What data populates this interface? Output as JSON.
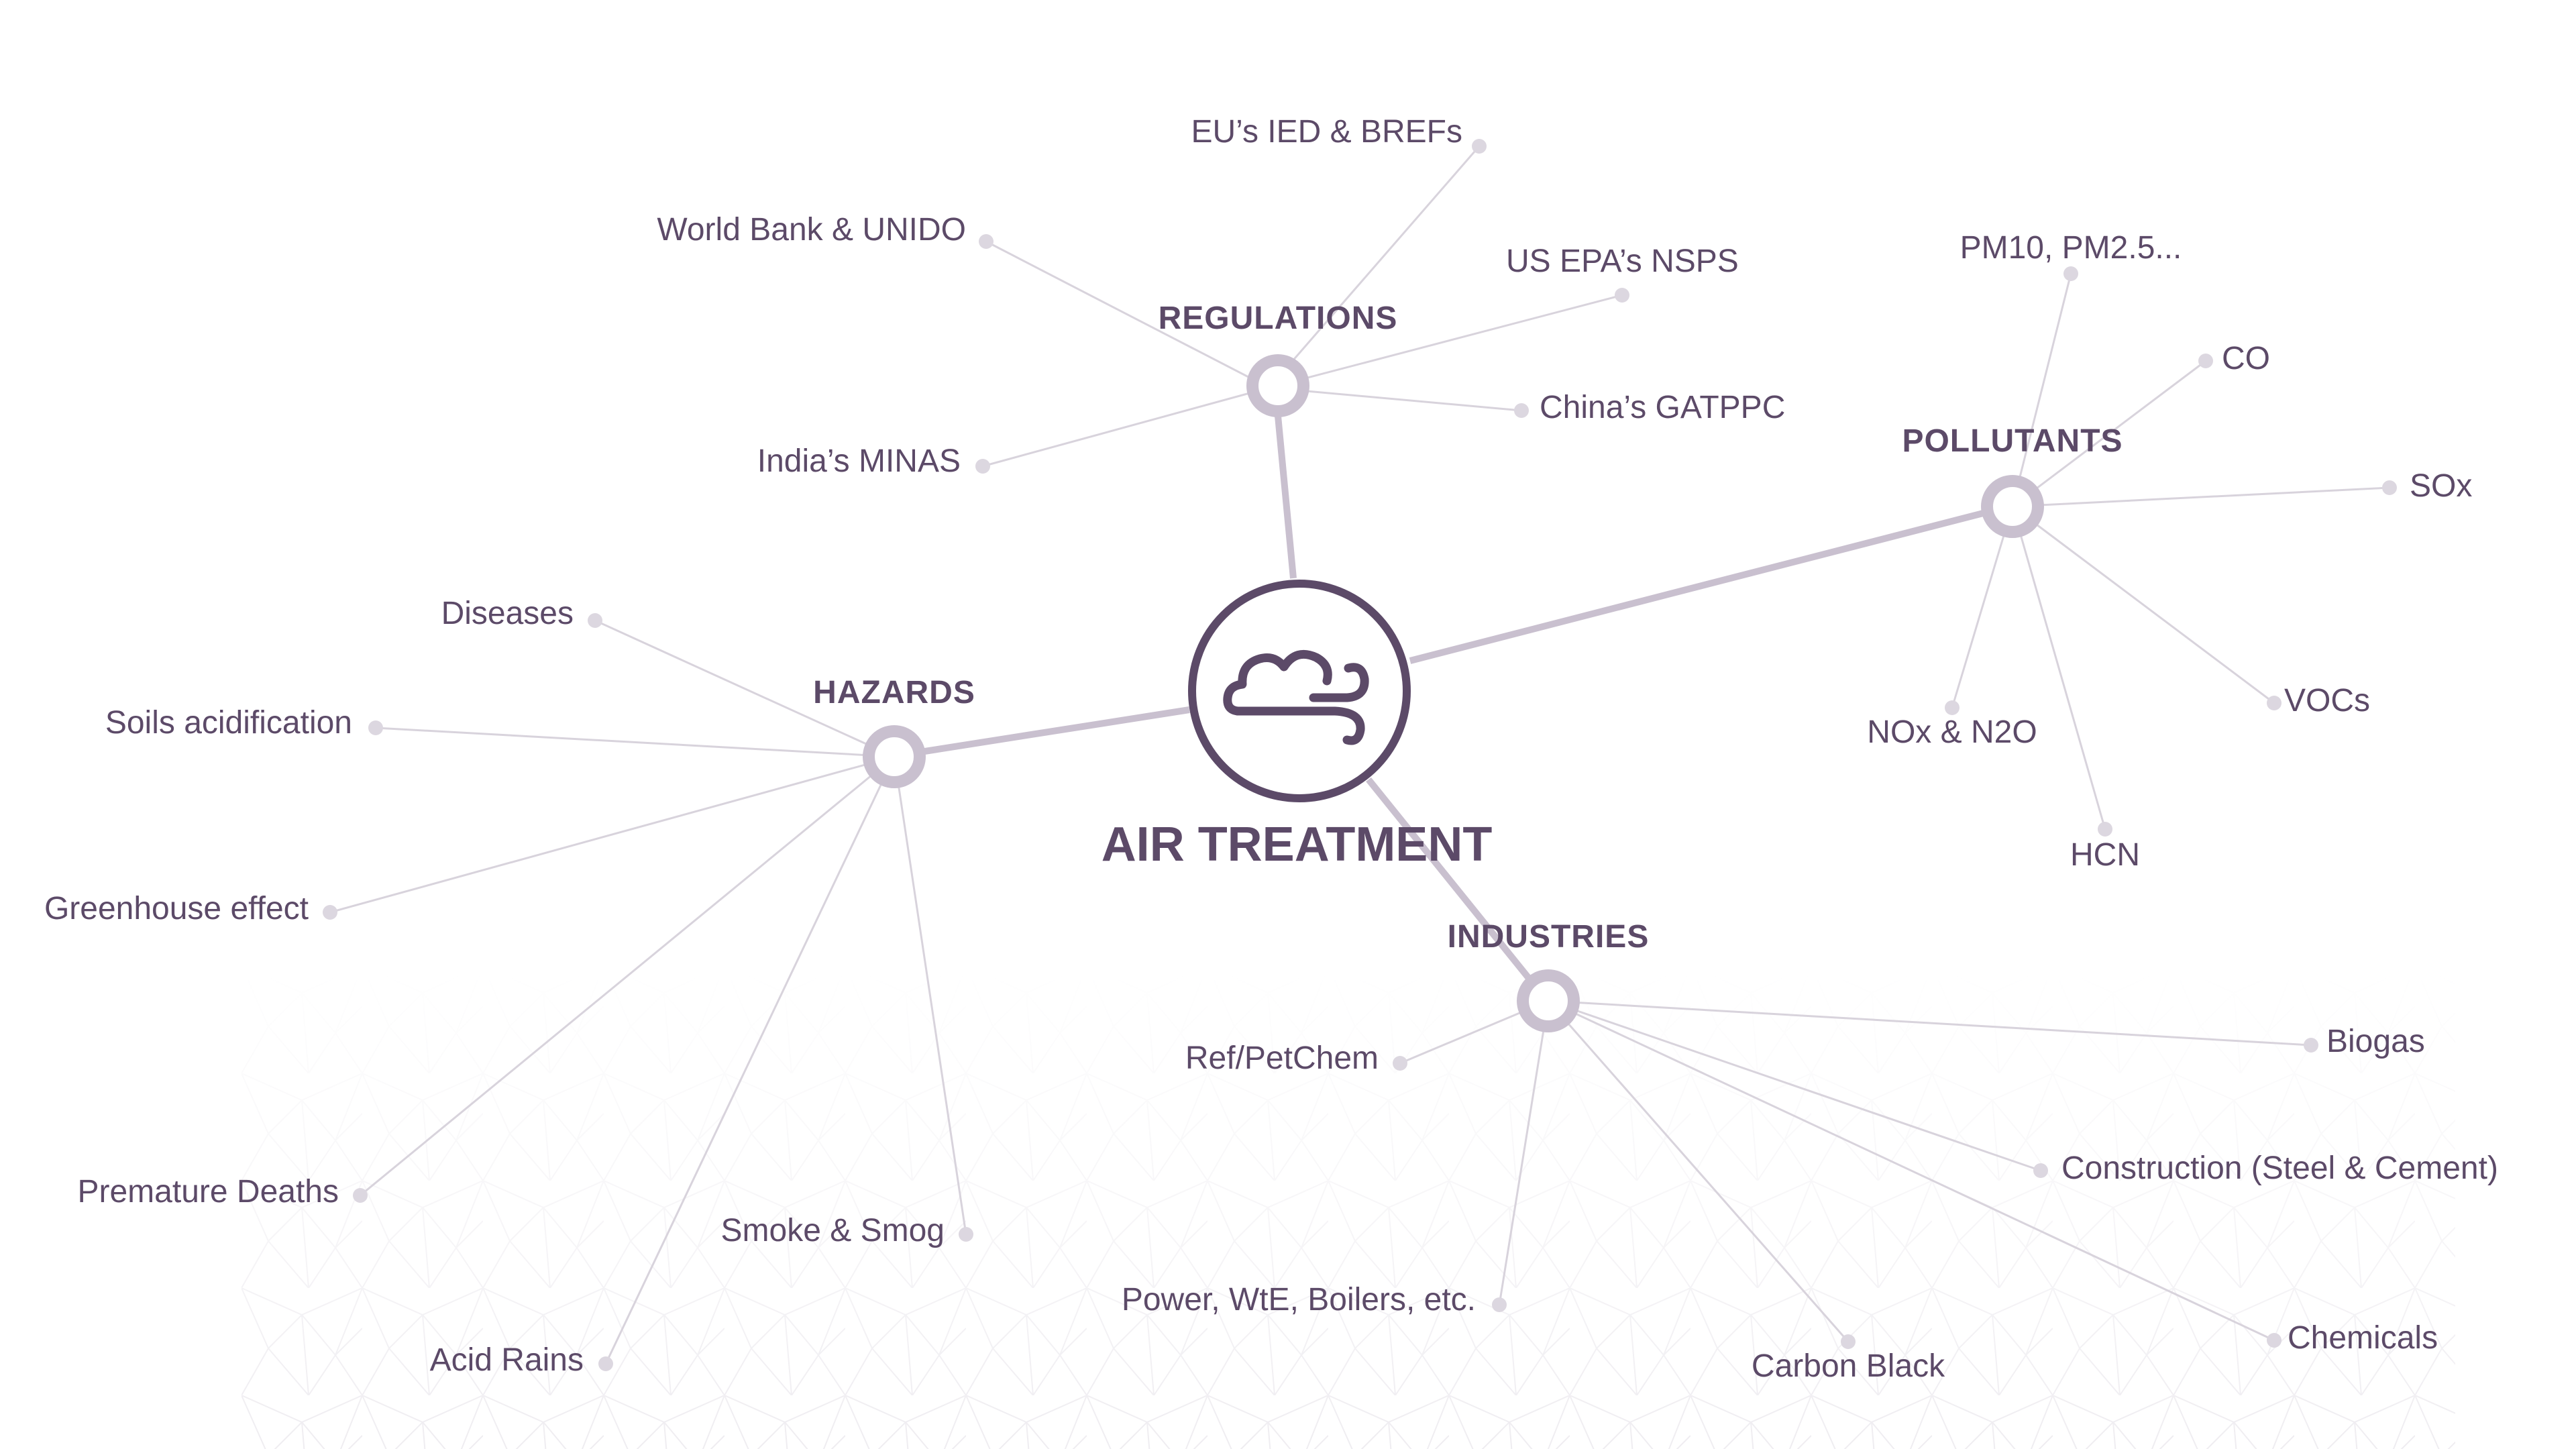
{
  "center": {
    "label": "AIR TREATMENT",
    "icon": "cloud-wind-icon"
  },
  "branches": [
    {
      "key": "regulations",
      "label": "REGULATIONS",
      "leaves": [
        "EU’s IED & BREFs",
        "World Bank & UNIDO",
        "US EPA’s NSPS",
        "China’s GATPPC",
        "India’s MINAS"
      ]
    },
    {
      "key": "pollutants",
      "label": "POLLUTANTS",
      "leaves": [
        "PM10, PM2.5...",
        "CO",
        "SOx",
        "VOCs",
        "HCN",
        "NOx & N2O"
      ]
    },
    {
      "key": "hazards",
      "label": "HAZARDS",
      "leaves": [
        "Diseases",
        "Soils acidification",
        "Greenhouse effect",
        "Premature Deaths",
        "Smoke & Smog",
        "Acid Rains"
      ]
    },
    {
      "key": "industries",
      "label": "INDUSTRIES",
      "leaves": [
        "Ref/PetChem",
        "Biogas",
        "Construction (Steel & Cement)",
        "Chemicals",
        "Carbon Black",
        "Power, WtE, Boilers, etc."
      ]
    }
  ],
  "colors": {
    "text": "#5c4a68",
    "main_line": "#c9c0cf",
    "leaf_line": "#d8d3dc",
    "leaf_dot": "#dcd7e0"
  }
}
